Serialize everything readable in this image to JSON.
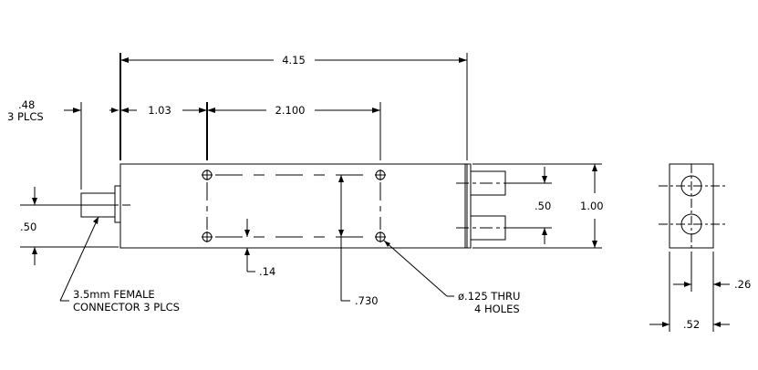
{
  "dimensions": {
    "overall_length": "4.15",
    "hole_offset": "1.03",
    "hole_spacing_x": "2.100",
    "connector_length_a": ".48",
    "connector_length_b": "3 PLCS",
    "left_connector_height": ".50",
    "right_connector_spacing": ".50",
    "body_height": "1.00",
    "hole_edge_offset": ".14",
    "hole_spacing_y": ".730",
    "end_view_offset": ".26",
    "end_view_width": ".52"
  },
  "notes": {
    "connector_line1": "3.5mm FEMALE",
    "connector_line2": "CONNECTOR 3 PLCS",
    "holes_line1": "ø.125 THRU",
    "holes_line2": "4 HOLES"
  }
}
